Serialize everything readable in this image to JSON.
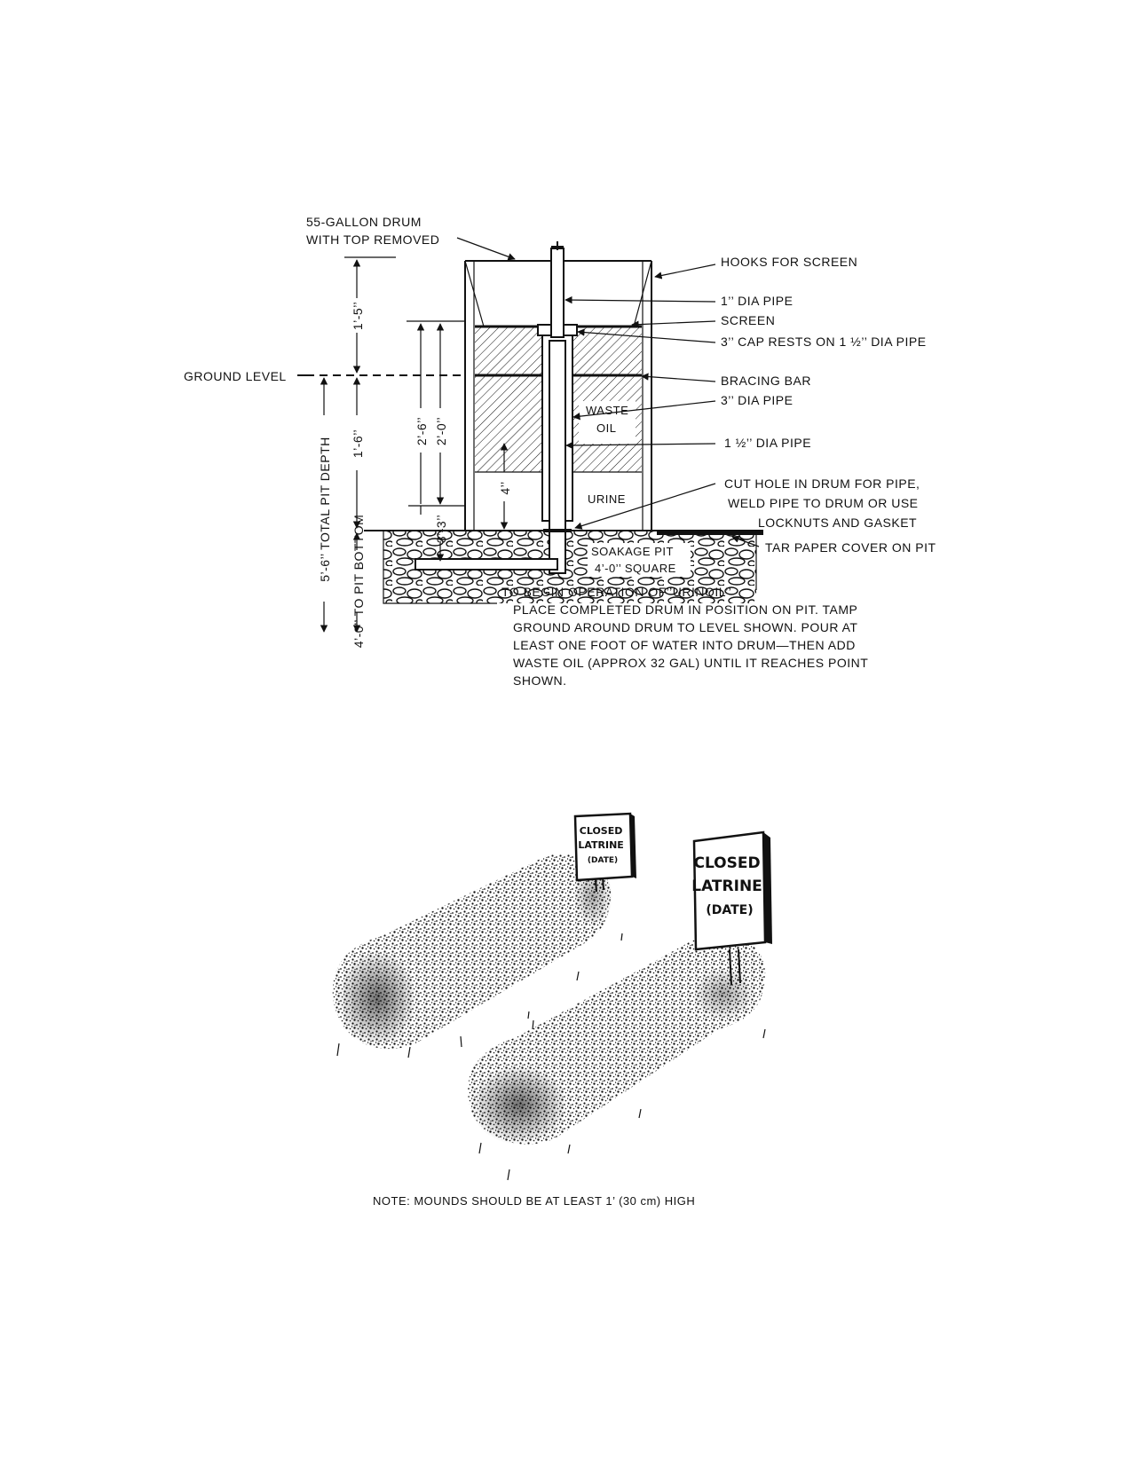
{
  "diagram": {
    "drum_label": [
      "55-GALLON DRUM",
      "WITH TOP REMOVED"
    ],
    "right_labels": {
      "hooks": "HOOKS FOR SCREEN",
      "pipe_1in": "1’’ DIA PIPE",
      "screen": "SCREEN",
      "cap": "3’’ CAP RESTS ON 1 ½’’ DIA PIPE",
      "bracing_bar": "BRACING BAR",
      "pipe_3in": "3’’ DIA PIPE",
      "pipe_1half": "1 ½’’ DIA PIPE",
      "cut_hole": [
        "CUT HOLE IN DRUM FOR PIPE,",
        "WELD PIPE TO DRUM OR USE",
        "LOCKNUTS AND GASKET"
      ],
      "tar_paper": "TAR PAPER COVER ON PIT"
    },
    "ground_level": "GROUND LEVEL",
    "inner_labels": {
      "waste": "WASTE",
      "oil": "OIL",
      "urine": "URINE",
      "soakage_pit": "SOAKAGE PIT",
      "square": "4’-0’’ SQUARE"
    },
    "dimensions": {
      "d_1_5": "1’-5’’",
      "d_1_6": "1’-6’’",
      "d_2_6": "2’-6’’",
      "d_2_0": "2’-0’’",
      "d_4in": "4’’",
      "d_3_3": "3’-3’’",
      "total_depth": "5’-6’’ TOTAL PIT DEPTH",
      "to_pit_bottom": "4’-0’’ TO PIT BOTTOM"
    },
    "instructions": [
      "TO BEGIN OPERATION OF’’URINOIL’’",
      "PLACE COMPLETED DRUM IN POSITION ON PIT. TAMP",
      "GROUND AROUND DRUM TO LEVEL SHOWN. POUR AT",
      "LEAST ONE FOOT OF WATER INTO DRUM—THEN ADD",
      "WASTE OIL (APPROX 32 GAL) UNTIL IT REACHES POINT",
      "SHOWN."
    ]
  },
  "illustration": {
    "sign_left": [
      "CLOSED",
      "LATRINE",
      "(DATE)"
    ],
    "sign_right": [
      "CLOSED",
      "LATRINE",
      "(DATE)"
    ],
    "note": "NOTE: MOUNDS SHOULD BE AT LEAST 1’ (30 cm) HIGH"
  }
}
